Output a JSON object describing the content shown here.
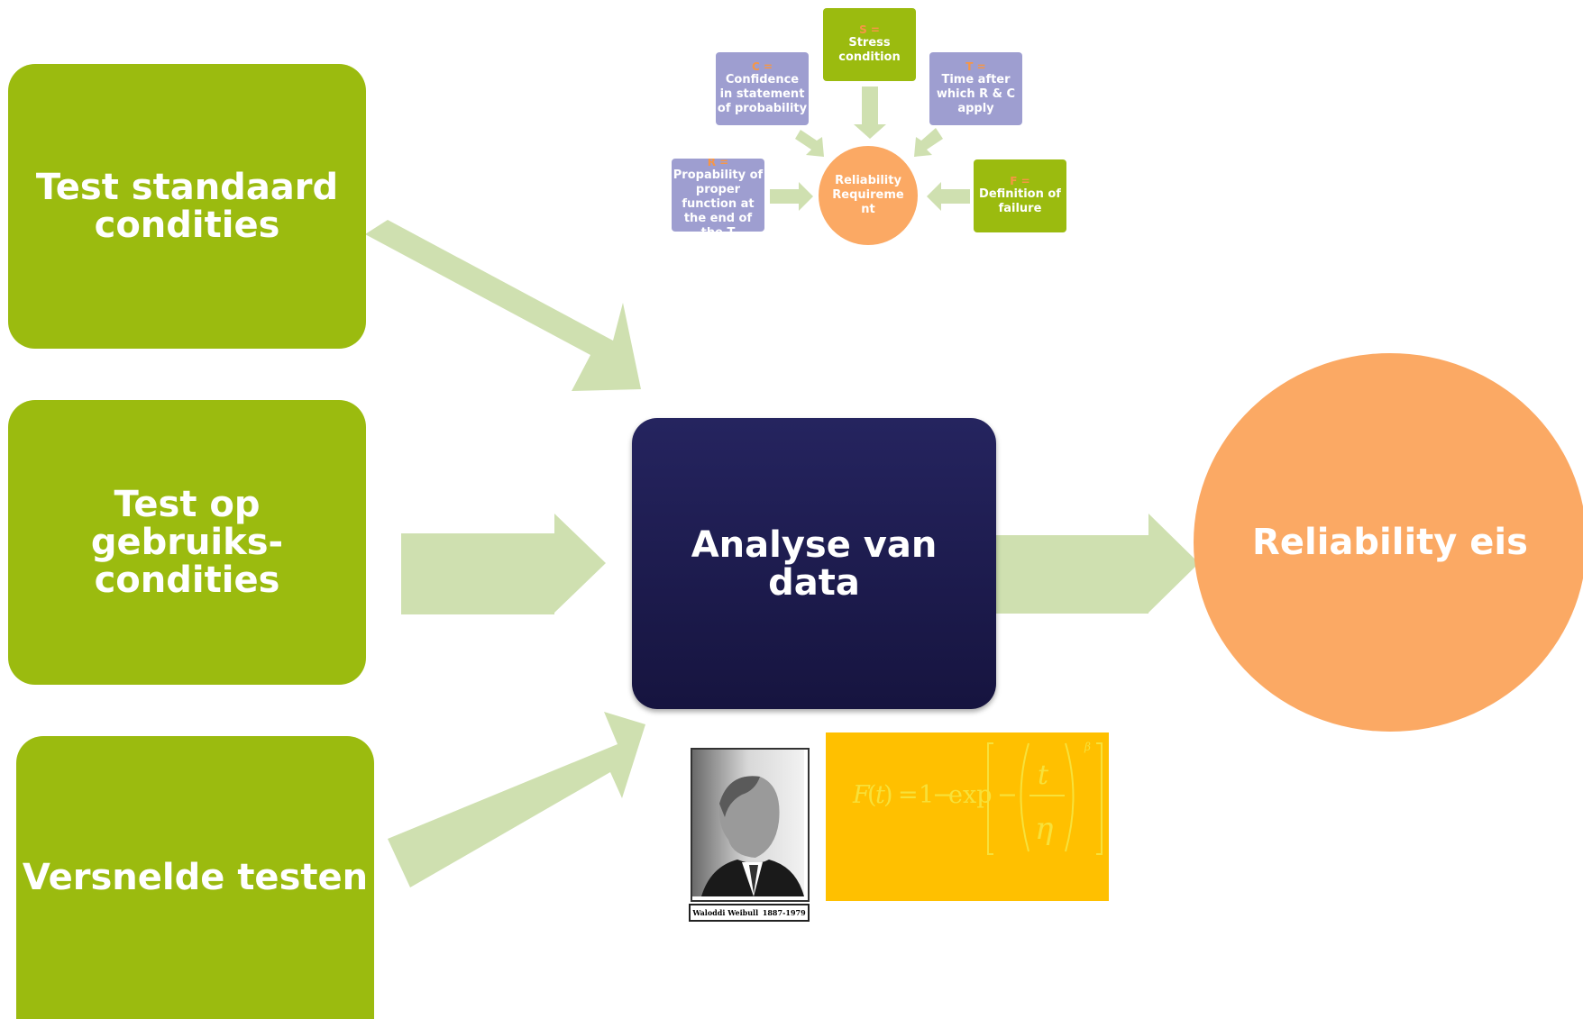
{
  "inputs": [
    {
      "label": "Test standaard\ncondities"
    },
    {
      "label": "Test op\ngebruiks-\ncondities"
    },
    {
      "label": "Versnelde testen"
    }
  ],
  "center": {
    "label": "Analyse van\ndata"
  },
  "result": {
    "label": "Reliability eis"
  },
  "requirement_diagram": {
    "center": "Reliability\nRequireme\nnt",
    "nodes": {
      "S": {
        "letter": "S =",
        "text": "Stress\ncondition"
      },
      "C": {
        "letter": "C =",
        "text": "Confidence\nin statement\nof probability"
      },
      "T": {
        "letter": "T =",
        "text": "Time after\nwhich R & C\napply"
      },
      "R": {
        "letter": "R =",
        "text": "Propability of\nproper\nfunction at\nthe end of\nthe T"
      },
      "F": {
        "letter": "F =",
        "text": "Definition of\nfailure"
      }
    }
  },
  "photo": {
    "name": "Waloddi Weibull",
    "years": "1887-1979"
  },
  "formula": {
    "text": "F(t) = 1 − exp[ −( t / η )^β ]"
  },
  "colors": {
    "green": "#9bbb0f",
    "arrow": "#cfe0b0",
    "navy": "#1e1d52",
    "orange": "#fba964",
    "purple": "#9e9ed0",
    "gold": "#ffc000"
  }
}
